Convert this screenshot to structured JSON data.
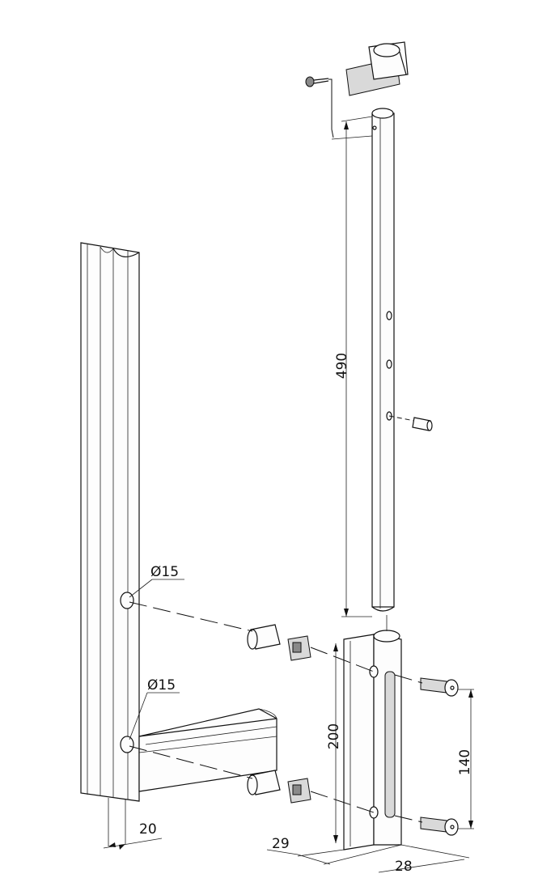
{
  "dimensions": {
    "tube_length": "490",
    "hole_diameter_upper": "Ø15",
    "hole_diameter_lower": "Ø15",
    "profile_width": "20",
    "bracket_height": "200",
    "screw_spacing": "140",
    "bracket_depth": "29",
    "bracket_width": "28"
  }
}
